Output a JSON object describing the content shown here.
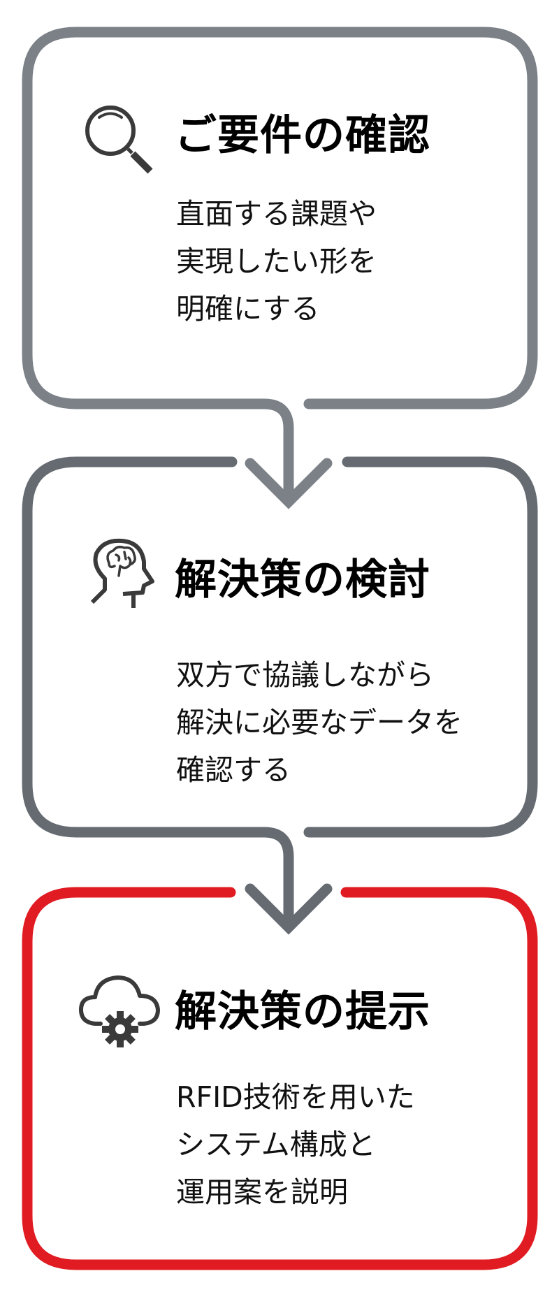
{
  "colors": {
    "step1_border": "#7b8187",
    "step2_border": "#656b71",
    "step3_border": "#e01b22",
    "icon": "#3a3a3a",
    "text": "#111111"
  },
  "steps": [
    {
      "icon": "magnifier-icon",
      "title": "ご要件の確認",
      "lines": [
        "直面する課題や",
        "実現したい形を",
        "明確にする"
      ]
    },
    {
      "icon": "head-brain-icon",
      "title": "解決策の検討",
      "lines": [
        "双方で協議しながら",
        "解決に必要なデータを",
        "確認する"
      ]
    },
    {
      "icon": "cloud-gear-icon",
      "title": "解決策の提示",
      "lines": [
        "RFID技術を用いた",
        "システム構成と",
        "運用案を説明"
      ]
    }
  ]
}
